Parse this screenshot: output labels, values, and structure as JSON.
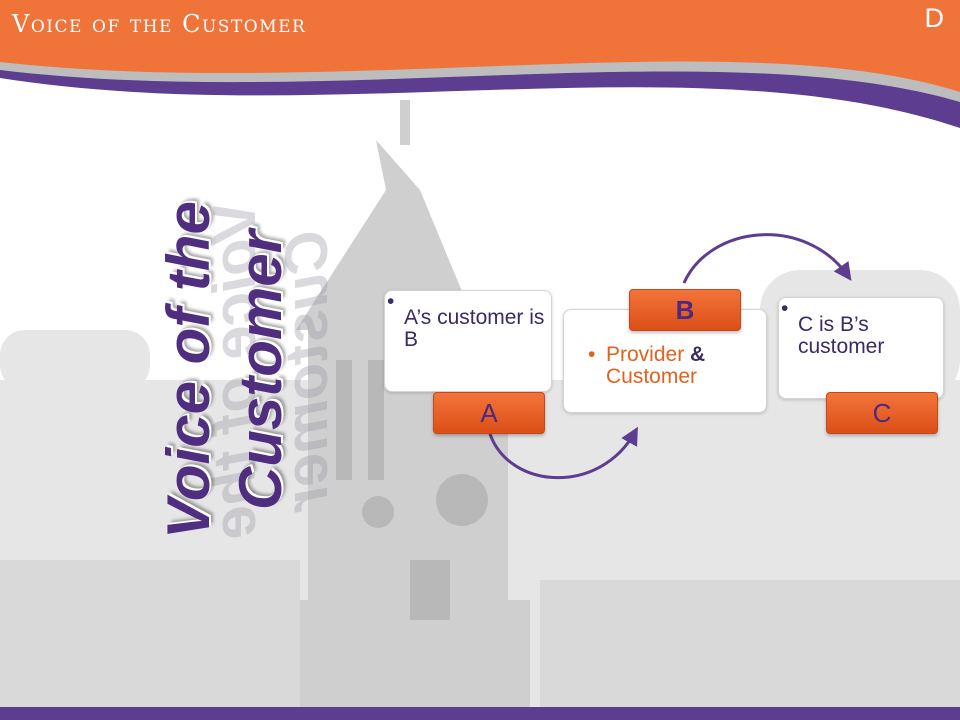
{
  "header": {
    "title": "Voice of the Customer",
    "corner_letter": "D"
  },
  "side_title": {
    "line1": "Voice of the",
    "line2": "Customer"
  },
  "diagram": {
    "box_a": {
      "bullet": "A’s customer is B",
      "tag": "A"
    },
    "box_b": {
      "bullet_part1": "Provider ",
      "bullet_amp": "&",
      "bullet_part2": " Customer",
      "tag": "B"
    },
    "box_c": {
      "bullet": "C is B’s customer",
      "tag": "C"
    }
  },
  "colors": {
    "orange": "#f0733a",
    "purple": "#5d3d8f",
    "dark_purple": "#4f2d7f",
    "white": "#ffffff"
  },
  "icons": [
    "curved-arrow-a-to-b",
    "curved-arrow-b-to-c"
  ]
}
